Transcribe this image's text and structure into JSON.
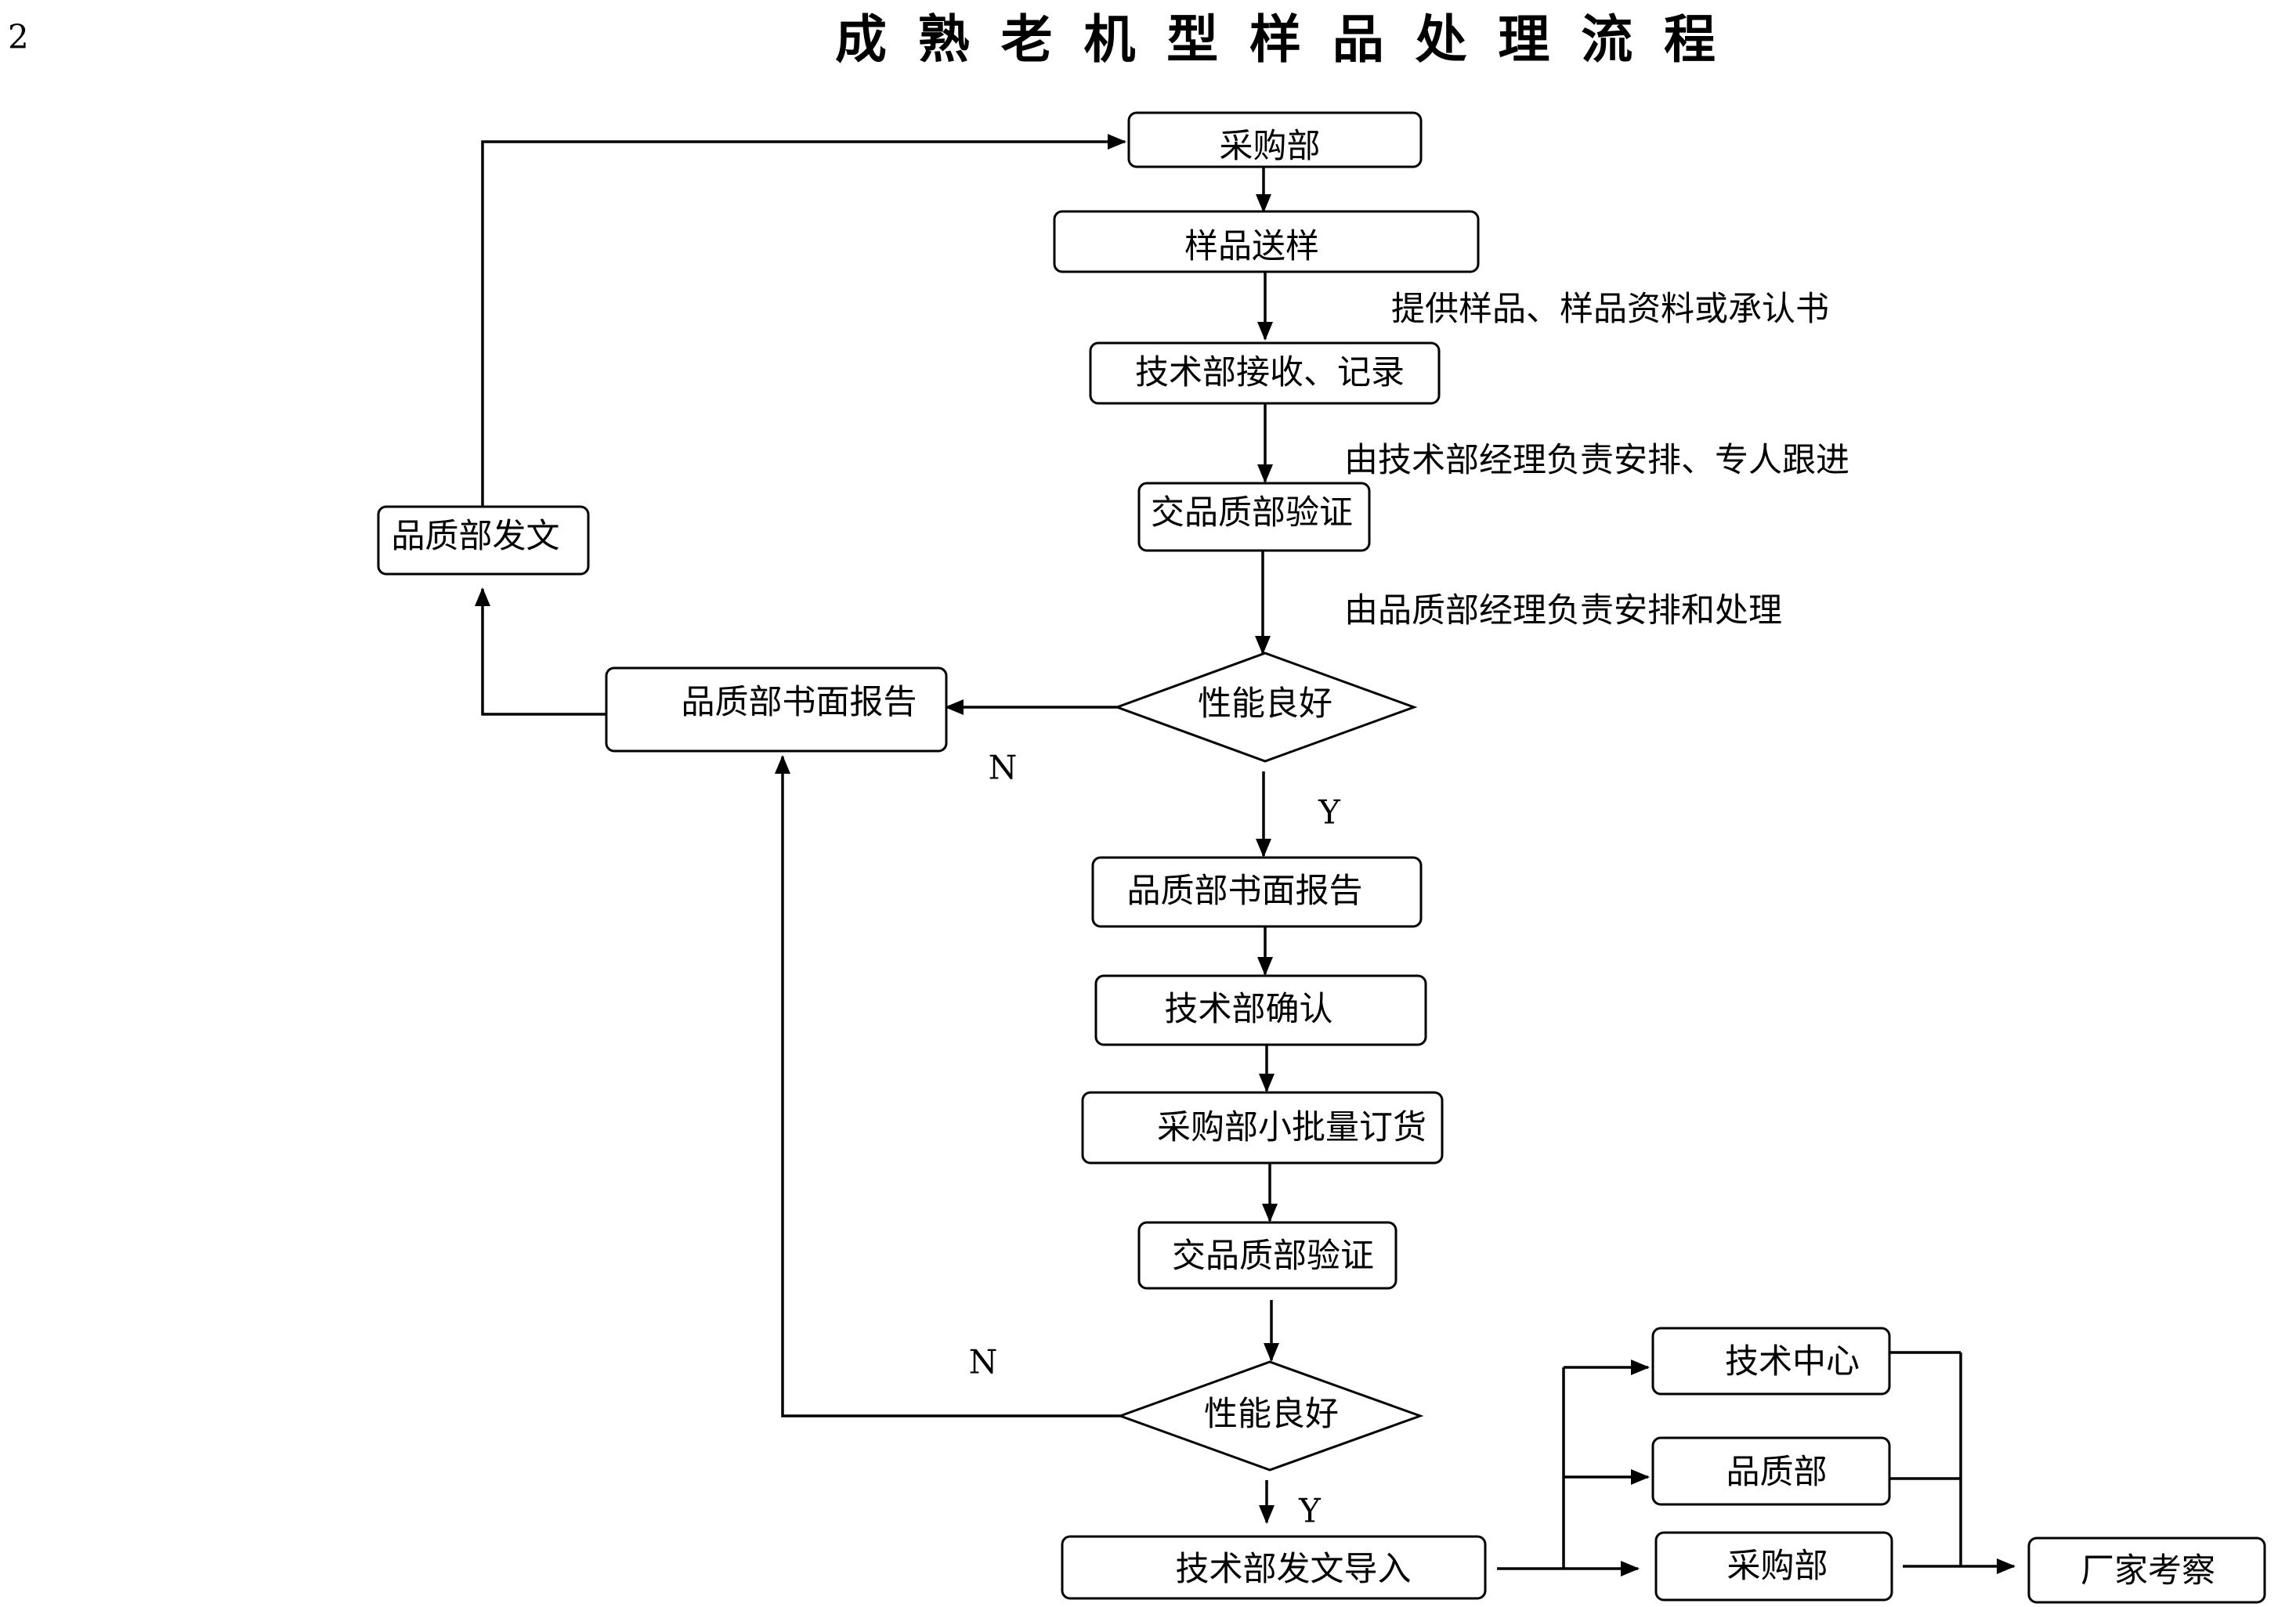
{
  "page_number": "2",
  "title": "成 熟 老 机 型 样 品 处 理 流 程",
  "nodes": {
    "purchasing_top": "采购部",
    "sample_delivery": "样品送样",
    "tech_receive_record": "技术部接收、记录",
    "qa_verify_1": "交品质部验证",
    "qa_issue_doc": "品质部发文",
    "performance_check_1": "性能良好",
    "qa_written_report_left": "品质部书面报告",
    "qa_written_report_center": "品质部书面报告",
    "tech_confirm": "技术部确认",
    "purchasing_small_batch": "采购部小批量订货",
    "qa_verify_2": "交品质部验证",
    "performance_check_2": "性能良好",
    "tech_issue_import": "技术部发文导入",
    "tech_center": "技术中心",
    "qa_dept": "品质部",
    "purchasing_right": "采购部",
    "vendor_audit": "厂家考察"
  },
  "annotations": {
    "provide_samples": "提供样品、样品资料或承认书",
    "tech_manager_arrange": "由技术部经理负责安排、专人跟进",
    "qa_manager_arrange": "由品质部经理负责安排和处理"
  },
  "branch_labels": {
    "check1_no": "N",
    "check1_yes": "Y",
    "check2_no": "N",
    "check2_yes": "Y"
  }
}
